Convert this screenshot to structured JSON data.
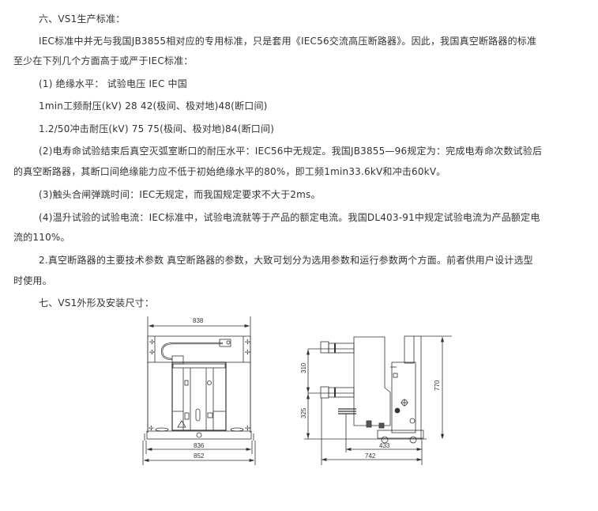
{
  "section6": {
    "heading": "六、VS1生产标准：",
    "intro_line1": "IEC标准中并无与我国JB3855相对应的专用标准，只是套用《IEC56交流高压断路器》。因此，我国真空断路器的标准",
    "intro_line2": "至少在下列几个方面高于或严于IEC标准：",
    "item1_title": "(1) 绝缘水平： 试验电压 IEC 中国",
    "item1_row1": "1min工频耐压(kV) 28 42(极间、极对地)48(断口间)",
    "item1_row2": "1.2/50冲击耐压(kV) 75 75(极间、极对地)84(断口间)",
    "item2_line1": "(2)电寿命试验结束后真空灭弧室断口的耐压水平：IEC56中无规定。我国JB3855—96规定为：完成电寿命次数试验后",
    "item2_line2": "的真空断路器，其断口间绝缘能力应不低于初始绝缘水平的80%，即工频1min33.6kV和冲击60kV。",
    "item3": "(3)触头合闸弹跳时间：IEC无规定，而我国规定要求不大于2ms。",
    "item4_line1": "(4)温升试验的试验电流：IEC标准中，试验电流就等于产品的额定电流。我国DL403-91中规定试验电流为产品额定电",
    "item4_line2": "流的110%。",
    "params_line1": "2.真空断路器的主要技术参数 真空断路器的参数，大致可划分为选用参数和运行参数两个方面。前者供用户设计选型",
    "params_line2": "时使用。"
  },
  "section7": {
    "heading": "七、VS1外形及安装尺寸："
  },
  "drawing": {
    "front_view": {
      "dim_top": "838",
      "dim_bottom_inner": "836",
      "dim_bottom_outer": "852"
    },
    "side_view": {
      "dim_upper_vertical": "310",
      "dim_lower_vertical": "325",
      "dim_total_height": "770",
      "dim_bottom_inner": "433",
      "dim_bottom_outer": "742"
    }
  }
}
